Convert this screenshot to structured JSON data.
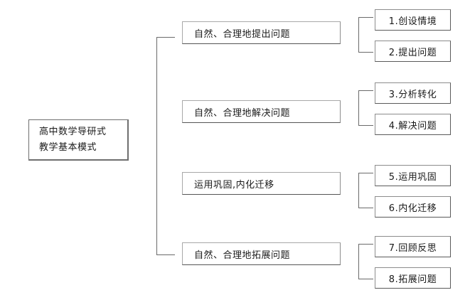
{
  "diagram": {
    "type": "tree",
    "title": "高中数学导研式教学基本模式",
    "root": {
      "line1": "高中数学导研式",
      "line2": "教学基本模式"
    },
    "stages": [
      {
        "label": "自然、合理地提出问题",
        "steps": [
          {
            "label": "1.创设情境"
          },
          {
            "label": "2.提出问题"
          }
        ]
      },
      {
        "label": "自然、合理地解决问题",
        "steps": [
          {
            "label": "3.分析转化"
          },
          {
            "label": "4.解决问题"
          }
        ]
      },
      {
        "label": "运用巩固,内化迁移",
        "steps": [
          {
            "label": "5.运用巩固"
          },
          {
            "label": "6.内化迁移"
          }
        ]
      },
      {
        "label": "自然、合理地拓展问题",
        "steps": [
          {
            "label": "7.回顾反思"
          },
          {
            "label": "8.拓展问题"
          }
        ]
      }
    ],
    "colors": {
      "background": "#ffffff",
      "box_border": "#8c8c8c",
      "root_border": "#6e6e6e",
      "connector": "#6a6a6a",
      "text": "#1a1a1a"
    }
  }
}
